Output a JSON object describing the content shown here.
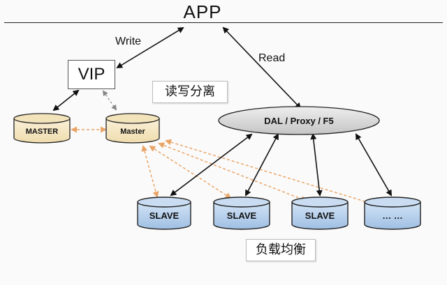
{
  "app": "APP",
  "write": "Write",
  "read": "Read",
  "vip": "VIP",
  "rw_split": "读写分离",
  "load_balance": "负载均衡",
  "dal": "DAL / Proxy / F5",
  "master_primary": "MASTER",
  "master_standby": "Master",
  "slaves": [
    "SLAVE",
    "SLAVE",
    "SLAVE",
    "… …"
  ],
  "colors": {
    "master_fill": "#f6e8c6",
    "slave_fill": "#b9d3ee",
    "dal_fill": "#d8d8d8",
    "replication_arrow": "#e9a567",
    "arrow": "#111111"
  }
}
